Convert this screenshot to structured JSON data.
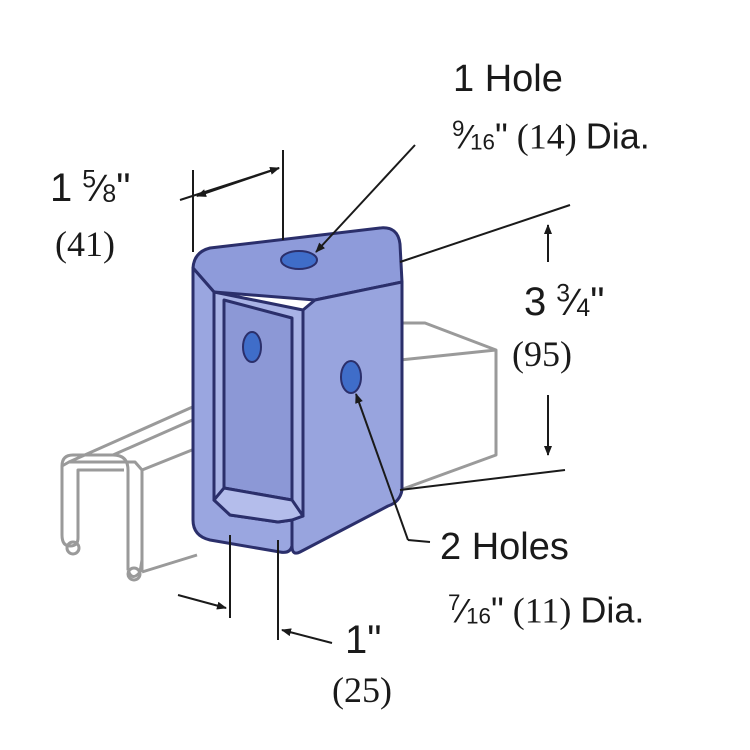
{
  "colors": {
    "bracket_fill": "#98A4DE",
    "bracket_outline": "#2B2F6B",
    "hole_fill": "#3F6DC9",
    "channel_outline": "#9A9A9A",
    "dimension_line": "#1a1a1a"
  },
  "top_hole": {
    "title": "1 Hole",
    "size_num": "9",
    "size_den": "16",
    "size_inch": "\"",
    "size_mm": "(14)",
    "dia": "Dia."
  },
  "side_holes": {
    "title": "2 Holes",
    "size_num": "7",
    "size_den": "16",
    "size_inch": "\"",
    "size_mm": "(11)",
    "dia": "Dia."
  },
  "width_dim": {
    "whole": "1",
    "frac_num": "5",
    "frac_den": "8",
    "inch": "\"",
    "mm": "(41)"
  },
  "height_dim": {
    "whole": "3",
    "frac_num": "3",
    "frac_den": "4",
    "inch": "\"",
    "mm": "(95)"
  },
  "opening_dim": {
    "value": "1\"",
    "mm": "(25)"
  },
  "icons": [
    "strut-channel",
    "u-bracket",
    "bolt-hole"
  ]
}
